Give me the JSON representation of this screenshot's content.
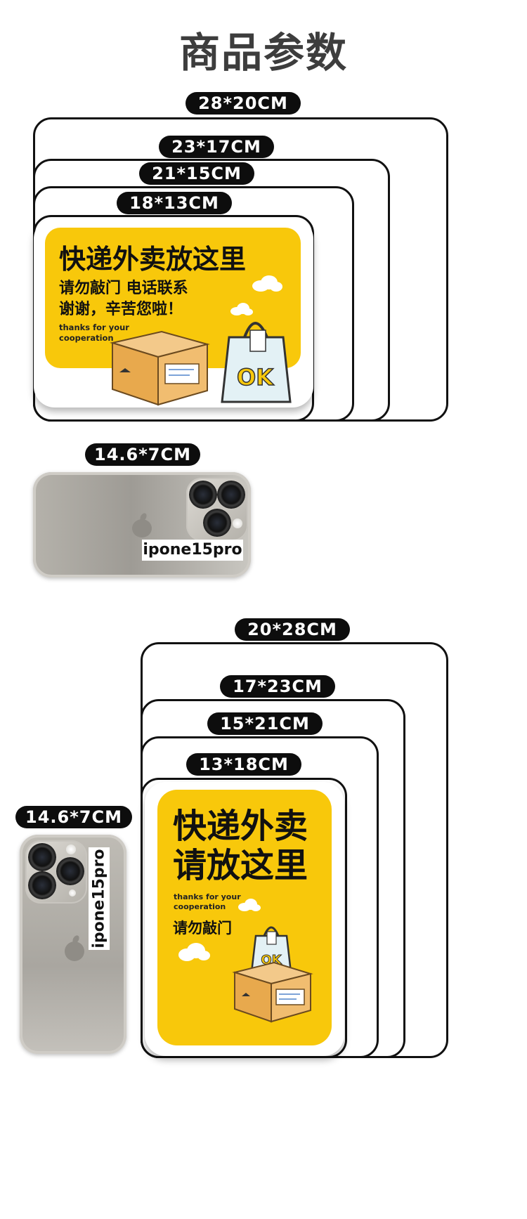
{
  "page": {
    "title": "商品参数"
  },
  "top_section": {
    "sizes": [
      "28*20CM",
      "23*17CM",
      "21*15CM",
      "18*13CM"
    ],
    "sticker": {
      "headline": "快递外卖放这里",
      "line1": "请勿敲门 电话联系",
      "line2": "谢谢，辛苦您啦！",
      "english_line1": "thanks for your",
      "english_line2": "cooperation",
      "bag_text": "OK"
    },
    "phone_size": "14.6*7CM",
    "phone_label": "ipone15pro"
  },
  "bottom_section": {
    "sizes": [
      "20*28CM",
      "17*23CM",
      "15*21CM",
      "13*18CM"
    ],
    "phone_size": "14.6*7CM",
    "phone_label": "ipone15pro",
    "sticker": {
      "headline1": "快递外卖",
      "headline2": "请放这里",
      "english_line1": "thanks for your",
      "english_line2": "cooperation",
      "line1": "请勿敲门",
      "bag_text": "OK"
    }
  },
  "colors": {
    "accent": "#f8c80b",
    "pill": "#0d0d0d",
    "frame": "#111111"
  }
}
